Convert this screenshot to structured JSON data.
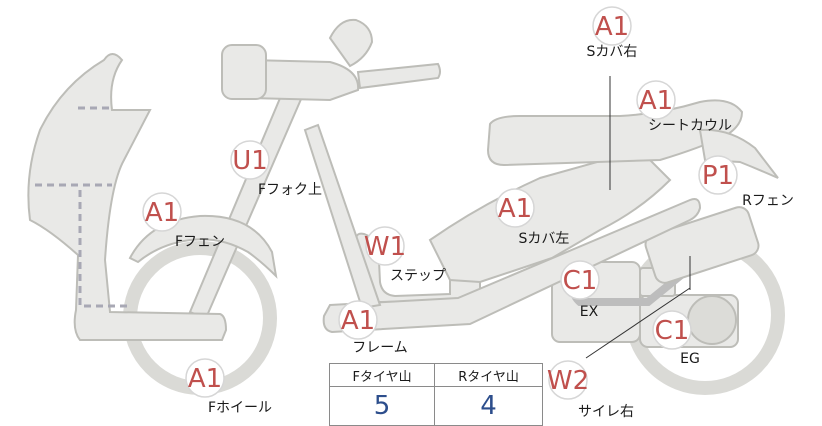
{
  "parts": [
    {
      "id": "s-cover-right",
      "grade": "A1",
      "label": "Sカバ右"
    },
    {
      "id": "seat-cowl",
      "grade": "A1",
      "label": "シートカウル"
    },
    {
      "id": "front-fork-upper",
      "grade": "U1",
      "label": "Fフォク上"
    },
    {
      "id": "rear-fender",
      "grade": "P1",
      "label": "Rフェン"
    },
    {
      "id": "front-fender",
      "grade": "A1",
      "label": "Fフェン"
    },
    {
      "id": "s-cover-left",
      "grade": "A1",
      "label": "Sカバ左"
    },
    {
      "id": "step",
      "grade": "W1",
      "label": "ステップ"
    },
    {
      "id": "exhaust",
      "grade": "C1",
      "label": "EX"
    },
    {
      "id": "frame",
      "grade": "A1",
      "label": "フレーム"
    },
    {
      "id": "engine",
      "grade": "C1",
      "label": "EG"
    },
    {
      "id": "front-wheel",
      "grade": "A1",
      "label": "Fホイール"
    },
    {
      "id": "side-cover-right",
      "grade": "W2",
      "label": "サイレ右"
    }
  ],
  "tire_table": {
    "headers": [
      "Fタイヤ山",
      "Rタイヤ山"
    ],
    "values": [
      "5",
      "4"
    ]
  }
}
